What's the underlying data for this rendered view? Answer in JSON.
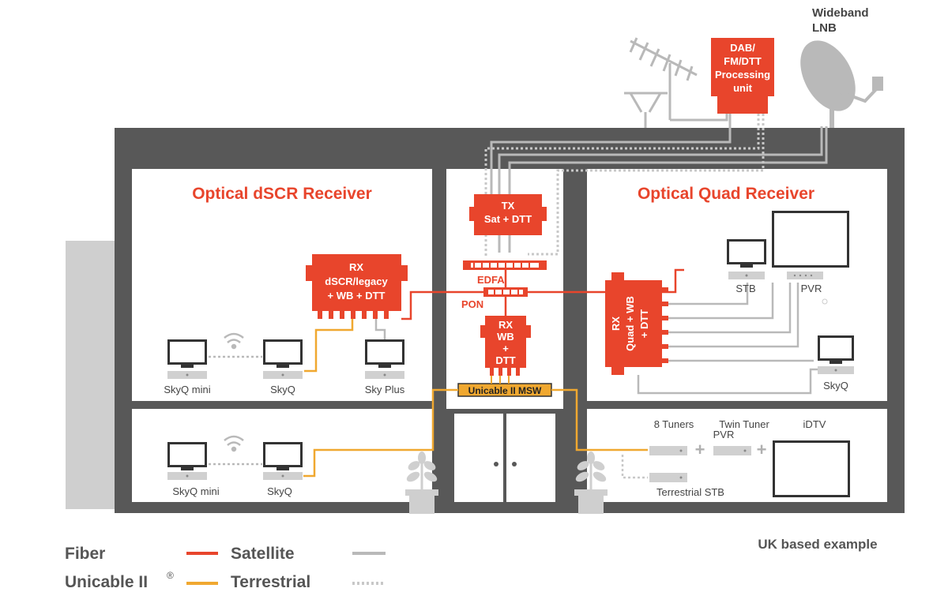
{
  "colors": {
    "house": "#585858",
    "fiber": "#e8452c",
    "unicable": "#f0a830",
    "satellite_coax": "#b9b9b9",
    "terrestrial_coax": "#c8c8c8",
    "device_red": "#e8452c",
    "title_red": "#e8452c",
    "text_gray": "#444444"
  },
  "lnb_label_1": "Wideband",
  "lnb_label_2": "LNB",
  "dab_unit": {
    "line1": "DAB/",
    "line2": "FM/DTT",
    "line3": "Processing",
    "line4": "unit"
  },
  "rooms": {
    "dscr_title": "Optical dSCR Receiver",
    "quad_title": "Optical Quad Receiver"
  },
  "tx": {
    "line1": "TX",
    "line2": "Sat + DTT"
  },
  "edfa_label": "EDFA",
  "pon_label": "PON",
  "rx_dscr": {
    "line1": "RX",
    "line2": "dSCR/legacy",
    "line3": "+ WB +  DTT"
  },
  "rx_wb": {
    "line1": "RX",
    "line2": "WB",
    "line3": "+",
    "line4": "DTT"
  },
  "rx_quad": {
    "line1": "RX",
    "line2": "Quad + WB",
    "line3": "+ DTT"
  },
  "msw_label": "Unicable II MSW",
  "devices": {
    "skyq_mini_upper": "SkyQ mini",
    "skyq_upper": "SkyQ",
    "sky_plus": "Sky Plus",
    "skyq_mini_lower": "SkyQ mini",
    "skyq_lower": "SkyQ",
    "stb": "STB",
    "pvr": "PVR",
    "skyq_right": "SkyQ",
    "eight_tuners": "8 Tuners",
    "twin_tuner_1": "Twin Tuner",
    "twin_tuner_2": "PVR",
    "idtv": "iDTV",
    "terrestrial_stb": "Terrestrial STB",
    "plus_1": "+",
    "plus_2": "+"
  },
  "legend": {
    "fiber": "Fiber",
    "unicable": "Unicable II",
    "unicable_reg": "®",
    "satellite": "Satellite",
    "terrestrial": "Terrestrial"
  },
  "footnote": "UK based example"
}
